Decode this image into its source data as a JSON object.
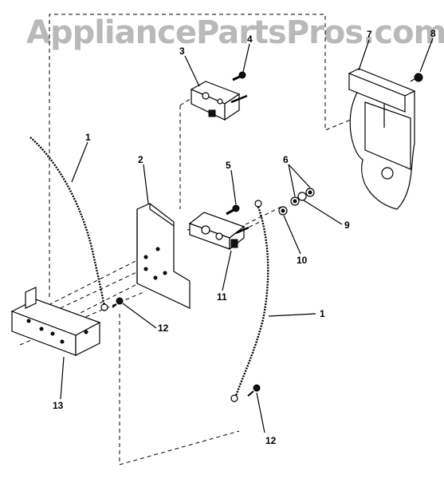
{
  "watermark": "AppliancePartsPros.com",
  "callouts": {
    "c1a": "1",
    "c1b": "1",
    "c2": "2",
    "c3": "3",
    "c4": "4",
    "c5": "5",
    "c6": "6",
    "c7": "7",
    "c8": "8",
    "c9": "9",
    "c10": "10",
    "c11": "11",
    "c12a": "12",
    "c12b": "12",
    "c13": "13"
  }
}
